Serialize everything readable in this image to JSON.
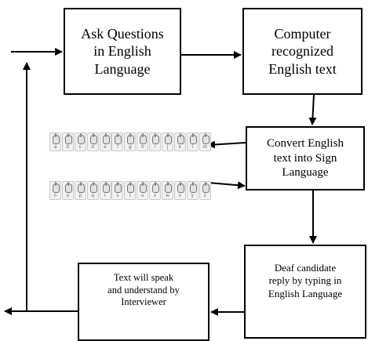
{
  "boxes": {
    "ask": "Ask Questions\nin English\nLanguage",
    "recognized": "Computer\nrecognized\nEnglish  text",
    "convert": "Convert English\ntext into Sign\nLanguage",
    "reply": "Deaf  candidate\nreply by typing in\nEnglish Language",
    "speak": "Text will speak\nand understand by\nInterviewer"
  },
  "sign_alphabet": {
    "row1": [
      "a",
      "b",
      "c",
      "d",
      "e",
      "f",
      "g",
      "h",
      "i",
      "j",
      "k",
      "l",
      "m"
    ],
    "row2": [
      "n",
      "o",
      "p",
      "q",
      "r",
      "s",
      "t",
      "u",
      "v",
      "w",
      "x",
      "y",
      "z"
    ]
  }
}
